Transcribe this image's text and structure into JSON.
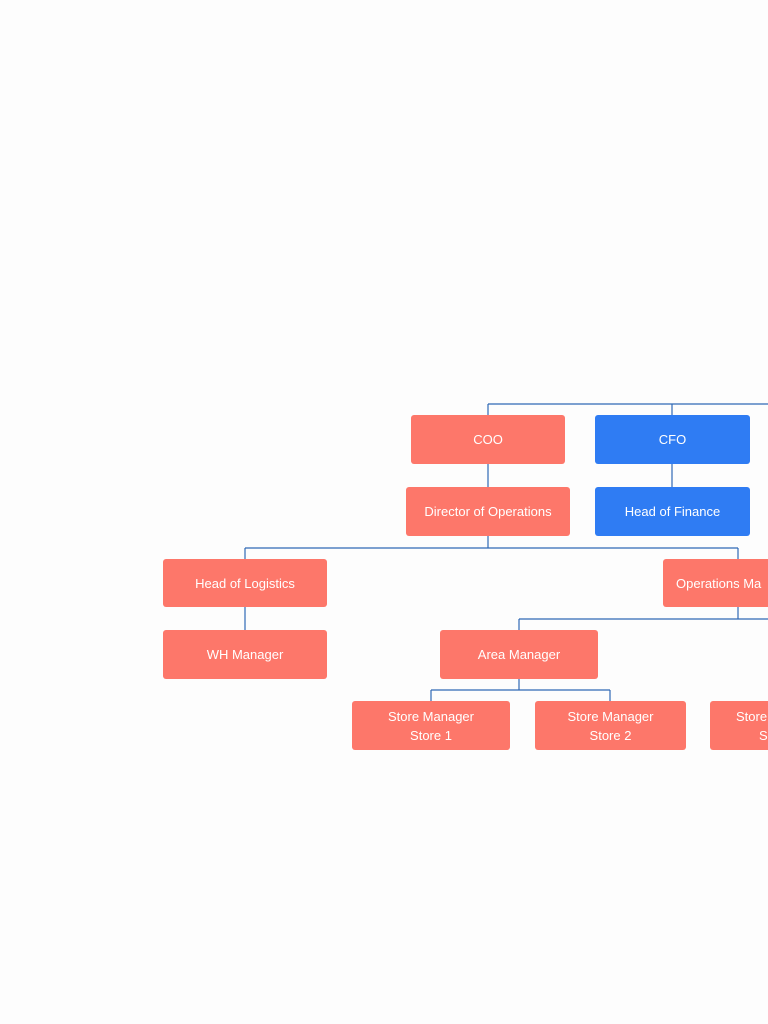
{
  "colors": {
    "operations_node": "#fd776a",
    "finance_node": "#2f7cf3",
    "connector": "#2f68b5",
    "background": "#fdfdfd"
  },
  "nodes": {
    "coo": {
      "label": "COO"
    },
    "cfo": {
      "label": "CFO"
    },
    "director_of_operations": {
      "label": "Director of Operations"
    },
    "head_of_finance": {
      "label": "Head of Finance"
    },
    "head_of_logistics": {
      "label": "Head of Logistics"
    },
    "operations_manager": {
      "label": "Operations Ma"
    },
    "wh_manager": {
      "label": "WH Manager"
    },
    "area_manager": {
      "label": "Area Manager"
    },
    "store_manager_1": {
      "line1": "Store Manager",
      "line2": "Store 1"
    },
    "store_manager_2": {
      "line1": "Store Manager",
      "line2": "Store 2"
    },
    "store_manager_3": {
      "line1": "Store",
      "line2": "S"
    }
  }
}
